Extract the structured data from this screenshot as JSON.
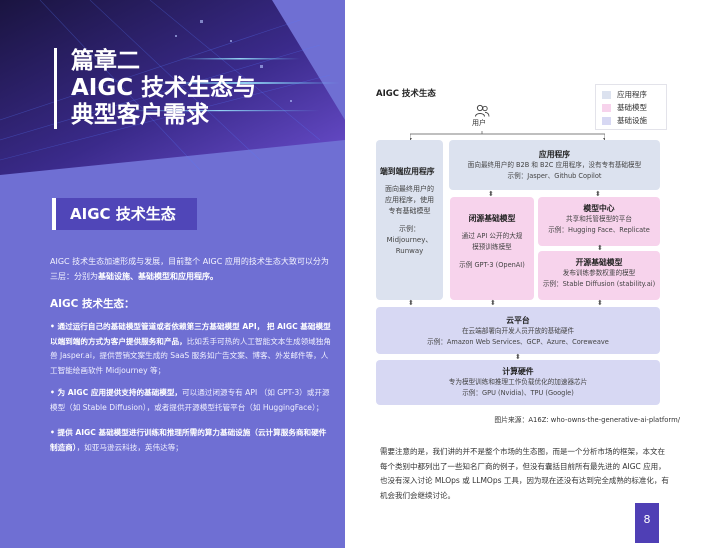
{
  "chapter": {
    "line1": "篇章二",
    "line2": "AIGC 技术生态与",
    "line3": "典型客户需求"
  },
  "section_title": "AIGC 技术生态",
  "intro": {
    "text": "AIGC 技术生态加速形成与发展，目前整个 AIGC 应用的技术生态大致可以分为三层：分别为",
    "bold": "基础设施、基础模型和应用程序。"
  },
  "subheading": "AIGC 技术生态：",
  "bullets": [
    {
      "bold": "• 通过运行自己的基础模型管道或者依赖第三方基础模型 API， 把 AIGC 基础模型以端到端的方式为客户提供服务和产品，",
      "text": "比如丢手可热的人工智能文本生成领域独角兽 Jasper.ai，提供营销文案生成的 SaaS 服务如广告文案、博客、外发邮件等，人工智能绘画软件 Midjourney 等；"
    },
    {
      "bold": "• 为 AIGC 应用提供支持的基础模型，",
      "text": "可以通过闭源专有 API （如 GPT-3）或开源模型（如 Stable Diffusion），或者提供开源模型托管平台（如 HuggingFace）；"
    },
    {
      "bold": "• 提供 AIGC 基础模型进行训练和推理所需的算力基础设施（云计算服务商和硬件制造商）",
      "text": "，如亚马逊云科技，英伟达等；"
    }
  ],
  "diagram": {
    "title": "AIGC 技术生态",
    "legend": [
      {
        "label": "应用程序",
        "color": "#dce2ef"
      },
      {
        "label": "基础模型",
        "color": "#f7d3ec"
      },
      {
        "label": "基础设施",
        "color": "#d7d8f3"
      }
    ],
    "user_label": "用户",
    "end_to_end": {
      "title": "端到端应用程序",
      "desc1": "面向最终用户的",
      "desc2": "应用程序，使用",
      "desc3": "专有基础模型",
      "ex1": "示例：",
      "ex2": "Midjourney、",
      "ex3": "Runway"
    },
    "apps": {
      "title": "应用程序",
      "desc": "面向最终用户的 B2B 和 B2C 应用程序，没有专有基础模型",
      "example": "示例：Jasper、Github Copilot"
    },
    "closed": {
      "title": "闭源基础模型",
      "desc1": "通过 API 公开的大规",
      "desc2": "模预训练模型",
      "example": "示例 GPT-3 (OpenAI)"
    },
    "hub": {
      "title": "模型中心",
      "desc": "共享和托管模型的平台",
      "example": "示例：Hugging Face、Replicate"
    },
    "open": {
      "title": "开源基础模型",
      "desc": "发布训练参数权重的模型",
      "example": "示例：Stable Diffusion (stability.ai)"
    },
    "cloud": {
      "title": "云平台",
      "desc": "在云端部署向开发人员开放的基础硬件",
      "example": "示例：Amazon Web Services、GCP、Azure、Coreweave"
    },
    "hardware": {
      "title": "计算硬件",
      "desc": "专为模型训练和推理工作负载优化的加速器芯片",
      "example": "示例：GPU (Nvidia)、TPU (Google)"
    },
    "source": "图片来源：A16Z: who-owns-the-generative-ai-platform/"
  },
  "paragraph": "需要注意的是，我们讲的并不是整个市场的生态图，而是一个分析市场的框架，本文在每个类别中都列出了一些知名厂商的例子，但没有囊括目前所有最先进的 AIGC 应用，也没有深入讨论 MLOps 或 LLMOps 工具，因为现在还没有达到完全成熟的标准化，有机会我们会继续讨论。",
  "page_number": "8"
}
